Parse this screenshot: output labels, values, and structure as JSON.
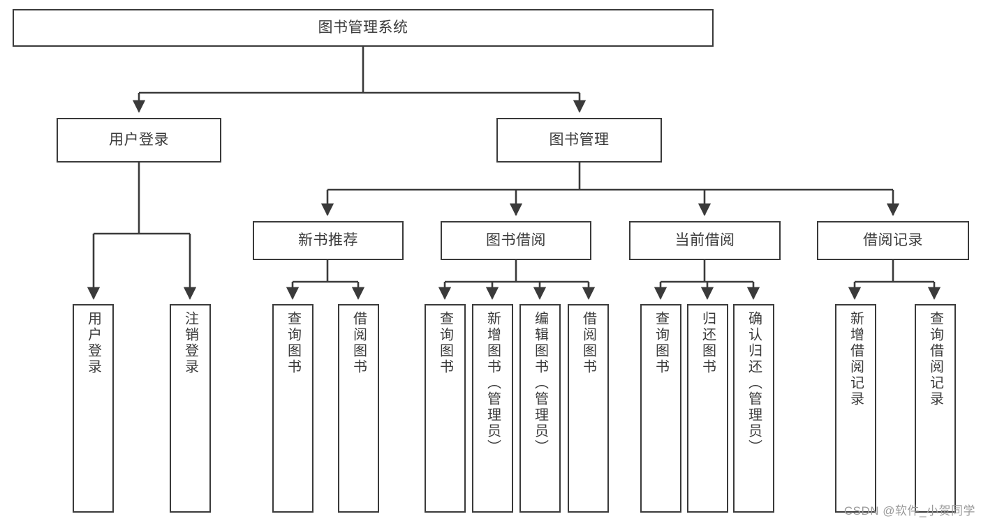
{
  "diagram": {
    "title": "图书管理系统",
    "type": "tree-hierarchy",
    "root": {
      "label": "图书管理系统"
    },
    "level1": [
      {
        "label": "用户登录"
      },
      {
        "label": "图书管理"
      }
    ],
    "level2": [
      {
        "label": "新书推荐"
      },
      {
        "label": "图书借阅"
      },
      {
        "label": "当前借阅"
      },
      {
        "label": "借阅记录"
      }
    ],
    "leaves": {
      "user_login": [
        {
          "label": "用户登录"
        },
        {
          "label": "注销登录"
        }
      ],
      "new_book_recommend": [
        {
          "label": "查询图书"
        },
        {
          "label": "借阅图书"
        }
      ],
      "book_borrow": [
        {
          "label": "查询图书"
        },
        {
          "label": "新增图书（管理员）"
        },
        {
          "label": "编辑图书（管理员）"
        },
        {
          "label": "借阅图书"
        }
      ],
      "current_borrow": [
        {
          "label": "查询图书"
        },
        {
          "label": "归还图书"
        },
        {
          "label": "确认归还（管理员）"
        }
      ],
      "borrow_record": [
        {
          "label": "新增借阅记录"
        },
        {
          "label": "查询借阅记录"
        }
      ]
    }
  },
  "watermark": {
    "text": "CSDN @软件_小贺同学"
  },
  "colors": {
    "background": "#ffffff",
    "border": "#3a3a3a",
    "text": "#3b3b3b",
    "watermark": "#9a9a9a"
  }
}
